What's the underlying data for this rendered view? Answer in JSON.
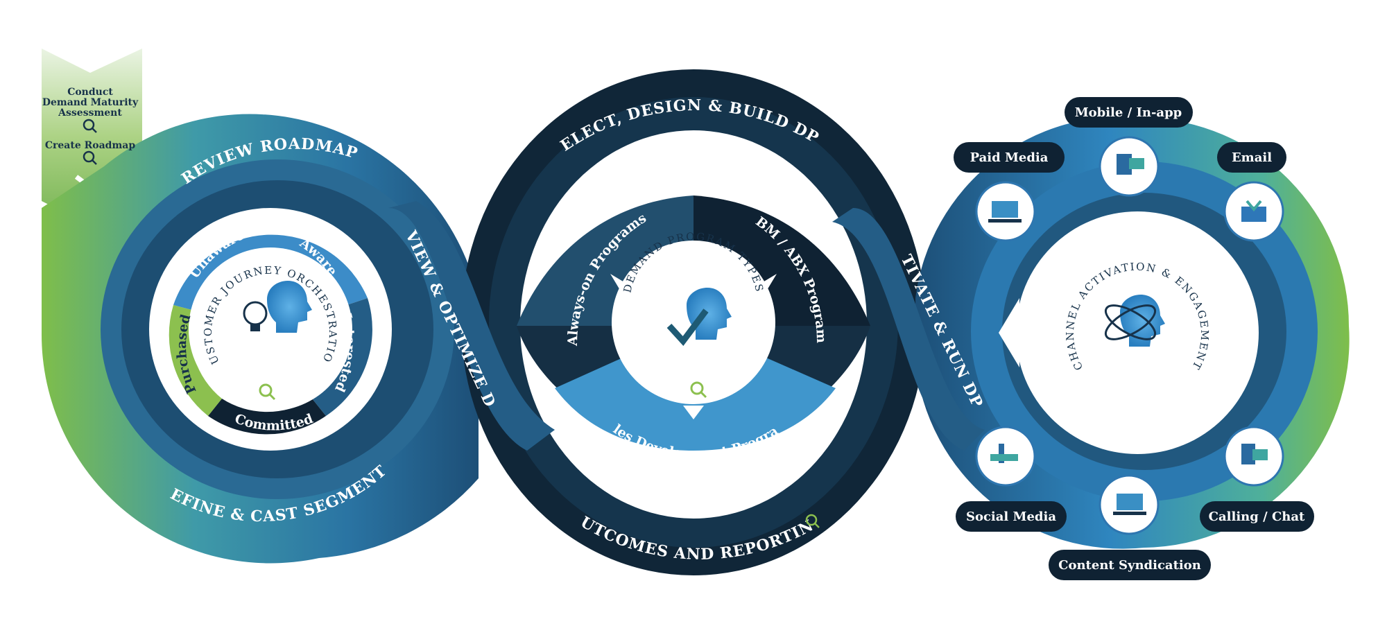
{
  "start_arrow": {
    "line1": "Conduct",
    "line2": "Demand Maturity",
    "line3": "Assessment",
    "line4": "Create Roadmap"
  },
  "left_loop": {
    "top_label": "REVIEW ROADMAP",
    "bottom_label": "DEFINE & CAST SEGMENTS",
    "center_title": "CUSTOMER JOURNEY ORCHESTRATION",
    "stages": [
      "Unaware",
      "Aware",
      "Interested",
      "Committed",
      "Purchased"
    ]
  },
  "crossover_left_label": "REVIEW & OPTIMIZE DPTs",
  "center_loop": {
    "top_label": "SELECT, DESIGN & BUILD DPTs",
    "bottom_label": "OUTCOMES AND REPORTING",
    "center_title": "DEMAND PROGRAM TYPES",
    "segments": [
      "Always-on Programs",
      "ABM / ABX Programs",
      "Sales Development Programs"
    ]
  },
  "crossover_right_label": "ACTIVATE & RUN DPTs",
  "right_loop": {
    "center_title": "CHANNEL ACTIVATION & ENGAGEMENT",
    "channels": [
      "Mobile / In-app",
      "Paid Media",
      "Email",
      "Social Media",
      "Calling / Chat",
      "Content Syndication"
    ]
  },
  "colors": {
    "green": "#8cc04f",
    "light_blue": "#4b9fd4",
    "mid_blue": "#2a6f99",
    "dark_navy": "#0f2233",
    "navy": "#17324a"
  }
}
